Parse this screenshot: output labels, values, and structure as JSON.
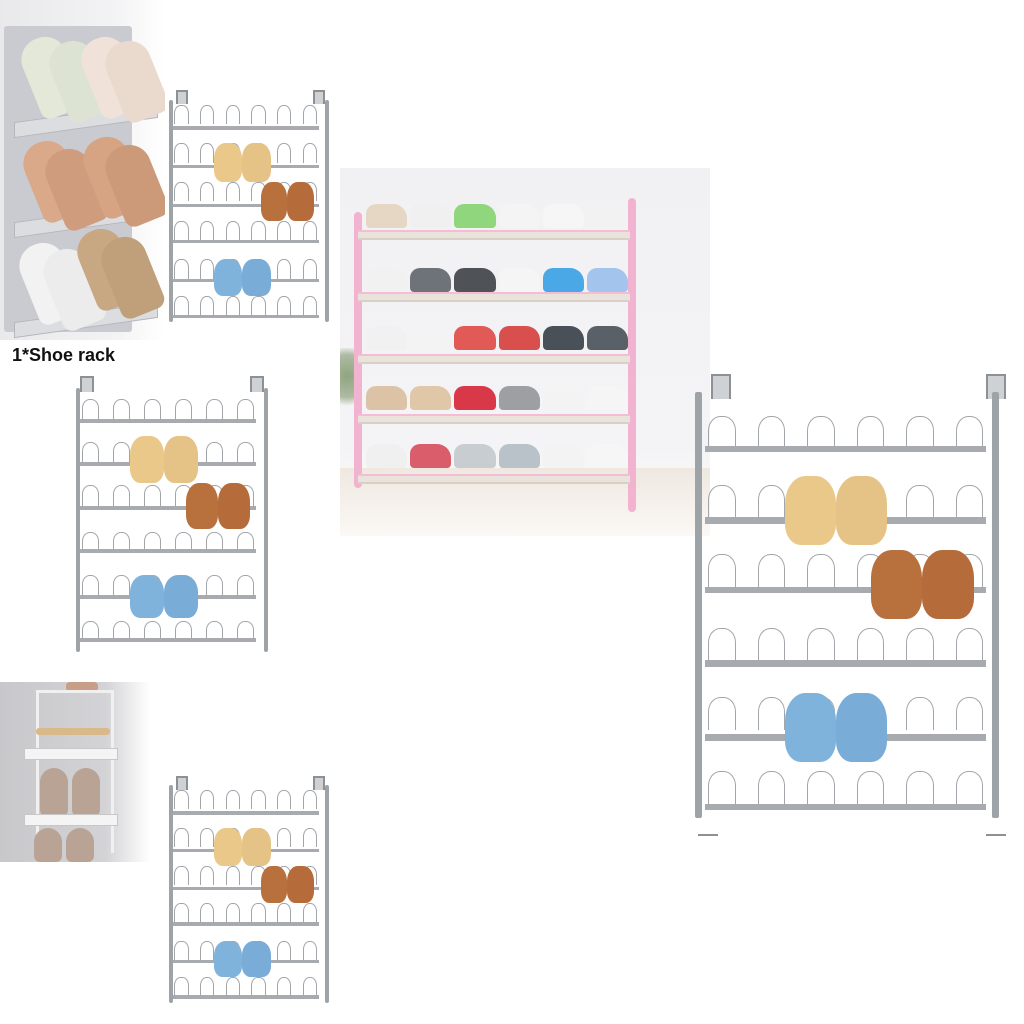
{
  "caption": "1*Shoe rack",
  "colors": {
    "background": "#ffffff",
    "rack_metal": "#a2a6ab",
    "slipper_beige": "#e9c88a",
    "slipper_brown": "#b8703d",
    "slipper_blue": "#7fb3dc",
    "pink_frame": "#f1b3cf"
  },
  "panels": [
    {
      "id": "plastic-rack-photo",
      "subject": "gray wall-mounted tilted shoe rack with 3 tiers"
    },
    {
      "id": "wire-rack-small-top",
      "subject": "over-door wire shoe rack, 6 rows"
    },
    {
      "id": "wire-rack-mid-left",
      "subject": "over-door wire shoe rack, 6 rows"
    },
    {
      "id": "pink-shelf-photo",
      "subject": "pink 5-tier shoe shelf filled with sneakers"
    },
    {
      "id": "wire-rack-large-right",
      "subject": "over-door wire shoe rack, 6 rows"
    },
    {
      "id": "tray-rack-photo",
      "subject": "white hanging slipper tray rack"
    },
    {
      "id": "wire-rack-small-bottom",
      "subject": "over-door wire shoe rack, 6 rows"
    }
  ],
  "wire_rack": {
    "rows": 6,
    "loops_per_row": 6,
    "slippers": [
      {
        "row": 1,
        "color": "beige",
        "position": "center-left"
      },
      {
        "row": 2,
        "color": "brown",
        "position": "right"
      },
      {
        "row": 4,
        "color": "blue",
        "position": "center-left"
      }
    ]
  }
}
